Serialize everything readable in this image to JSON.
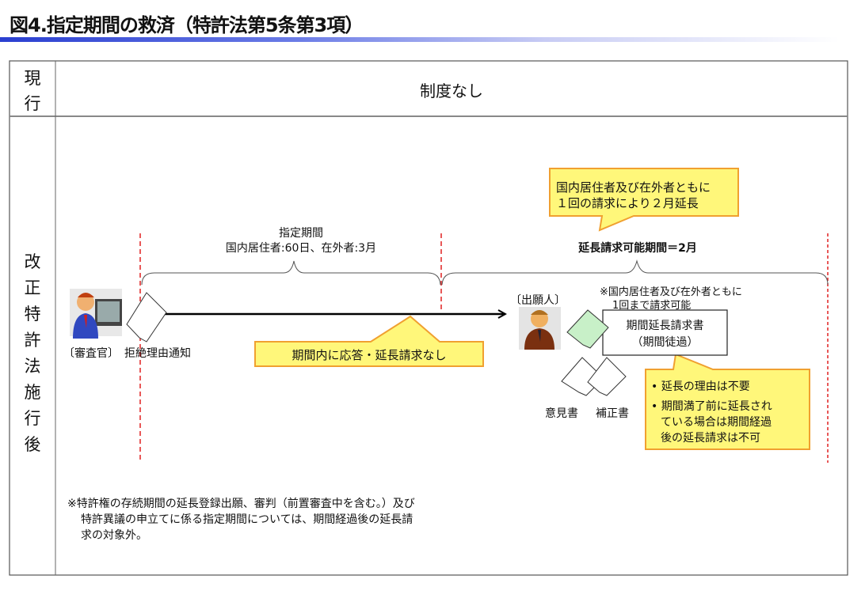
{
  "title": "図4.指定期間の救済（特許法第5条第3項）",
  "rows": {
    "current": {
      "label": "現行",
      "content": "制度なし"
    },
    "revised": {
      "label": "改正特許法施行後"
    }
  },
  "timeline": {
    "designated_period_title": "指定期間",
    "designated_period_detail": "国内居住者:60日、在外者:3月",
    "extension_period": "延長請求可能期間＝2月",
    "top_callout_line1": "国内居住者及び在外者ともに",
    "top_callout_line2": "１回の請求により２月延長",
    "no_response_callout": "期間内に応答・延長請求なし"
  },
  "examiner": {
    "label": "〔審査官〕",
    "document": "拒絶理由通知"
  },
  "applicant": {
    "label": "〔出願人〕",
    "note_line1": "※国内居住者及び在外者ともに",
    "note_line2": "1回まで請求可能",
    "request_line1": "期間延長請求書",
    "request_line2": "（期間徒過）",
    "doc1": "意見書",
    "doc2": "補正書"
  },
  "conditions": {
    "item1": "延長の理由は不要",
    "item2_line1": "期間満了前に延長され",
    "item2_line2": "ている場合は期間経過",
    "item2_line3": "後の延長請求は不可"
  },
  "footnote": {
    "line1": "※特許権の存続期間の延長登録出願、審判（前置審査中を含む。）及び",
    "line2": "特許異議の申立てに係る指定期間については、期間経過後の延長請",
    "line3": "求の対象外。"
  },
  "colors": {
    "callout_fill": "#fff77a",
    "callout_border": "#f0a030",
    "guide_line": "#e02020",
    "title_bar": "#2a3fd0"
  }
}
